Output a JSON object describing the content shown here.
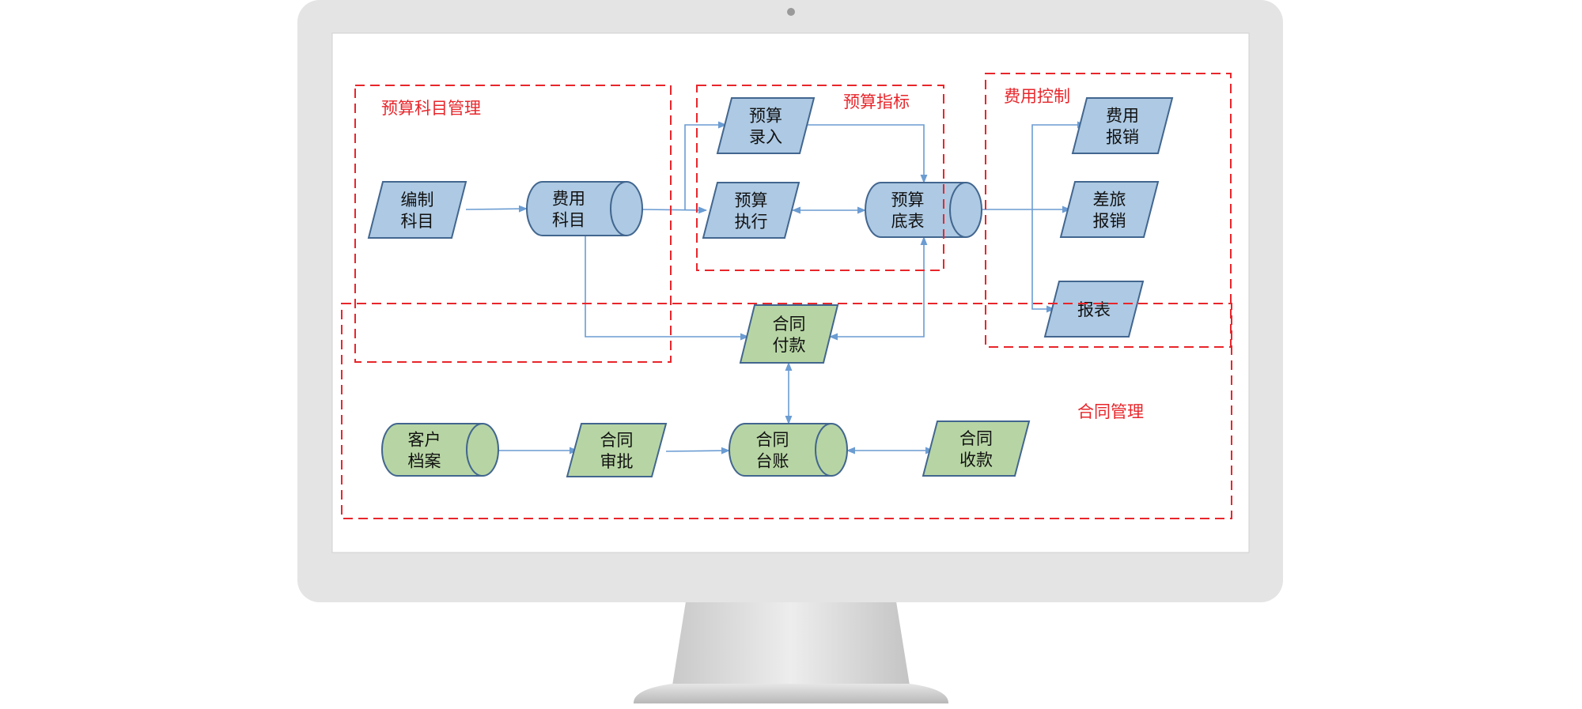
{
  "groups": {
    "budget_subject_mgmt": "预算科目管理",
    "budget_indicator": "预算指标",
    "expense_control": "费用控制",
    "contract_mgmt": "合同管理"
  },
  "nodes": {
    "compile_subject": [
      "编制",
      "科目"
    ],
    "expense_subject": [
      "费用",
      "科目"
    ],
    "budget_entry": [
      "预算",
      "录入"
    ],
    "budget_exec": [
      "预算",
      "执行"
    ],
    "budget_base": [
      "预算",
      "底表"
    ],
    "expense_reimb": [
      "费用",
      "报销"
    ],
    "travel_reimb": [
      "差旅",
      "报销"
    ],
    "report": [
      "报表"
    ],
    "contract_payment": [
      "合同",
      "付款"
    ],
    "customer_file": [
      "客户",
      "档案"
    ],
    "contract_approval": [
      "合同",
      "审批"
    ],
    "contract_ledger": [
      "合同",
      "台账"
    ],
    "contract_receipt": [
      "合同",
      "收款"
    ]
  },
  "colors": {
    "blue_fill": "#adc9e3",
    "green_fill": "#b7d5a4",
    "shape_stroke": "#42668f",
    "connector": "#6b9cd2",
    "group_border": "#e8262b"
  }
}
